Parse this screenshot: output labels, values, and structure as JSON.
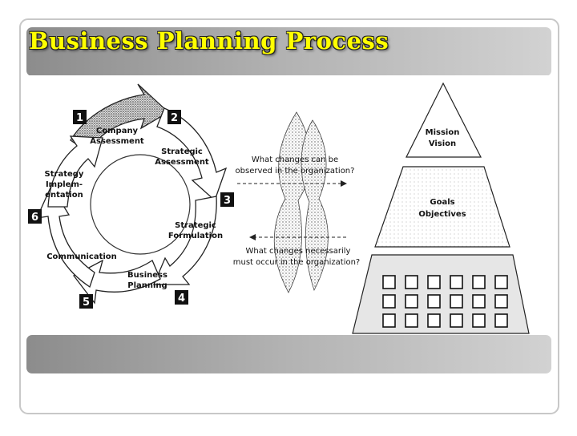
{
  "slide": {
    "title": "Business Planning Process"
  },
  "cycle": {
    "steps": [
      {
        "number": "1",
        "label_lines": [
          "Company",
          "Assessment"
        ]
      },
      {
        "number": "2",
        "label_lines": [
          "Strategic",
          "Assessment"
        ]
      },
      {
        "number": "3",
        "label_lines": [
          "Strategic",
          "Formulation"
        ]
      },
      {
        "number": "4",
        "label_lines": [
          "Business",
          "Planning"
        ]
      },
      {
        "number": "5",
        "label_lines": [
          "Communication"
        ]
      },
      {
        "number": "6",
        "label_lines": [
          "Strategy",
          "Implem-",
          "entation"
        ]
      }
    ]
  },
  "questions": {
    "top_lines": [
      "What changes can be",
      "observed in the organization?"
    ],
    "bottom_lines": [
      "What changes necessarily",
      "must occur in the organization?"
    ]
  },
  "pyramid": {
    "top_lines": [
      "Mission",
      "Vision"
    ],
    "middle_lines": [
      "Goals",
      "Objectives"
    ]
  }
}
